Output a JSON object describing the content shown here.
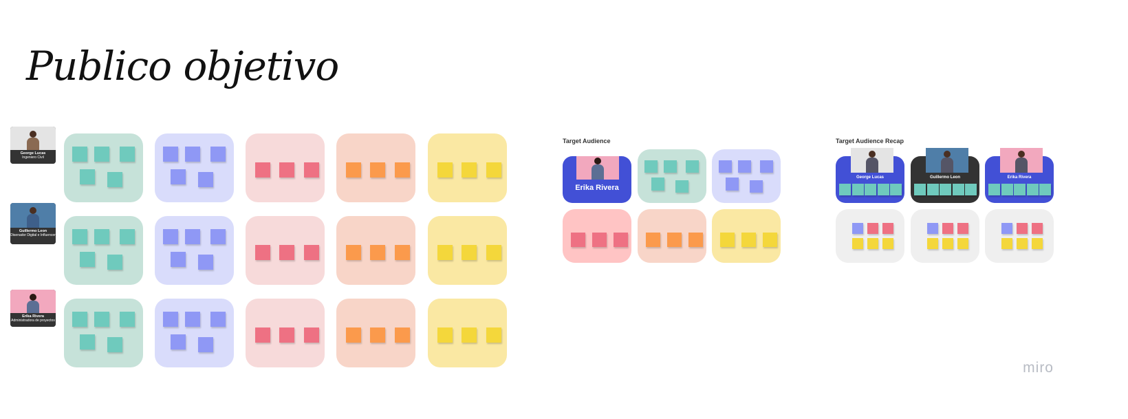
{
  "board_title": "Publico objetivo",
  "target_audience_label": "Target Audience",
  "recap_label": "Target Audience Recap",
  "brand": "miro",
  "personas": [
    {
      "name": "George Lucas",
      "role": "Ingeniero Civil",
      "photo_bg": "#e4e4e4",
      "shirt": "#8a6a52"
    },
    {
      "name": "Guillermo Leon",
      "role": "Disenador Digital e Influencer",
      "photo_bg": "#4f7ea8",
      "shirt": "#3e5f8a"
    },
    {
      "name": "Erika Rivera",
      "role": "Administradora de proyectos",
      "photo_bg": "#f2a8be",
      "shirt": "#5c6f94"
    }
  ],
  "featured_persona": {
    "name": "Erika Rivera"
  },
  "recap_names": [
    "George Lucas",
    "Guillermo Leon",
    "Erika Rivera"
  ],
  "colors": {
    "teal_frame": "#c6e2d9",
    "teal_note": "#6fcabd",
    "purple_frame": "#d9dcfb",
    "purple_note": "#8f98f5",
    "pink_frame": "#f7dada",
    "pink_note": "#ee7183",
    "salmon_frame": "#f8d5c8",
    "orange_note": "#fb9a4c",
    "yellow_frame": "#fae8a3",
    "yellow_note": "#f4d73b",
    "blue_card": "#4250d6",
    "dark_card": "#333333",
    "grey_frame": "#efefef"
  },
  "note_counts_per_frame": [
    5,
    5,
    3,
    3,
    3
  ]
}
